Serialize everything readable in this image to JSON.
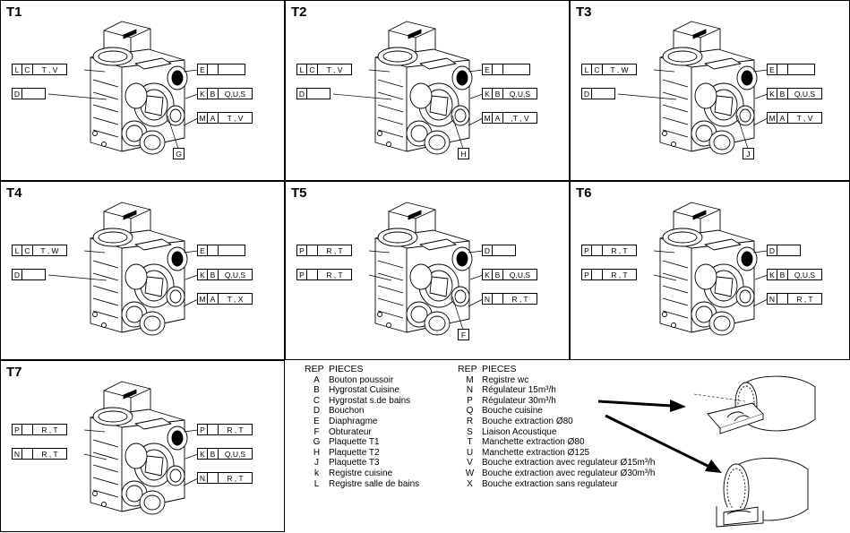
{
  "cells": [
    {
      "title": "T1",
      "left": [
        [
          "L",
          "C",
          "T , V"
        ],
        [
          "D",
          "",
          ""
        ]
      ],
      "right": [
        [
          "E",
          "",
          ""
        ],
        [
          "K",
          "B",
          "Q,U,S"
        ],
        [
          "M",
          "A",
          "T , V"
        ]
      ],
      "plate": "G"
    },
    {
      "title": "T2",
      "left": [
        [
          "L",
          "C",
          "T , V"
        ],
        [
          "D",
          "",
          ""
        ]
      ],
      "right": [
        [
          "E",
          "",
          ""
        ],
        [
          "K",
          "B",
          "Q,U,S"
        ],
        [
          "M",
          "A",
          ",T , V"
        ]
      ],
      "plate": "H"
    },
    {
      "title": "T3",
      "left": [
        [
          "L",
          "C",
          "T , W"
        ],
        [
          "D",
          "",
          ""
        ]
      ],
      "right": [
        [
          "E",
          "",
          ""
        ],
        [
          "K",
          "B",
          "Q,U,S"
        ],
        [
          "M",
          "A",
          "T , V"
        ]
      ],
      "plate": "J"
    },
    {
      "title": "T4",
      "left": [
        [
          "L",
          "C",
          "T , W"
        ],
        [
          "D",
          "",
          ""
        ]
      ],
      "right": [
        [
          "E",
          "",
          ""
        ],
        [
          "K",
          "B",
          "Q,U,S"
        ],
        [
          "M",
          "A",
          "T , X"
        ]
      ],
      "plate": ""
    },
    {
      "title": "T5",
      "left": [
        [
          "P",
          "",
          "R , T"
        ],
        [
          "P",
          "",
          "R , T"
        ]
      ],
      "right": [
        [
          "D",
          "",
          ""
        ],
        [
          "K",
          "B",
          "Q,U,S"
        ],
        [
          "N",
          "",
          "R , T"
        ]
      ],
      "plate": "F"
    },
    {
      "title": "T6",
      "left": [
        [
          "P",
          "",
          "R , T"
        ],
        [
          "P",
          "",
          "R , T"
        ]
      ],
      "right": [
        [
          "D",
          "",
          ""
        ],
        [
          "K",
          "B",
          "Q,U,S"
        ],
        [
          "N",
          "",
          "R , T"
        ]
      ],
      "plate": ""
    },
    {
      "title": "T7",
      "left": [
        [
          "P",
          "",
          "R , T"
        ],
        [
          "N",
          "",
          "R , T"
        ]
      ],
      "right": [
        [
          "P",
          "",
          "R , T"
        ],
        [
          "K",
          "B",
          "Q,U,S"
        ],
        [
          "N",
          "",
          "R , T"
        ]
      ],
      "plate": ""
    }
  ],
  "legend": {
    "header_rep": "REP",
    "header_pieces": "PIECES",
    "col1": [
      [
        "A",
        "Bouton poussoir"
      ],
      [
        "B",
        "Hygrostat Cuisine"
      ],
      [
        "C",
        "Hygrostat s.de bains"
      ],
      [
        "D",
        "Bouchon"
      ],
      [
        "E",
        "Diaphragme"
      ],
      [
        "F",
        "Obturateur"
      ],
      [
        "G",
        "Plaquette T1"
      ],
      [
        "H",
        "Plaquette T2"
      ],
      [
        "J",
        "Plaquette T3"
      ],
      [
        "k",
        "Registre cuisine"
      ],
      [
        "L",
        "Registre salle de bains"
      ]
    ],
    "col2": [
      [
        "M",
        "Registre wc"
      ],
      [
        "N",
        "Régulateur 15m³/h"
      ],
      [
        "P",
        "Régulateur 30m³/h"
      ],
      [
        "Q",
        "Bouche cuisine"
      ],
      [
        "R",
        "Bouche extraction Ø80"
      ],
      [
        "S",
        "Liaison Acoustique"
      ],
      [
        "T",
        "Manchette extraction  Ø80"
      ],
      [
        "U",
        "Manchette extraction Ø125"
      ],
      [
        "V",
        "Bouche extraction avec regulateur Ø15m³/h"
      ],
      [
        "W",
        "Bouche extraction avec regulateur Ø30m³/h"
      ],
      [
        "X",
        "Bouche extraction sans regulateur"
      ]
    ]
  }
}
